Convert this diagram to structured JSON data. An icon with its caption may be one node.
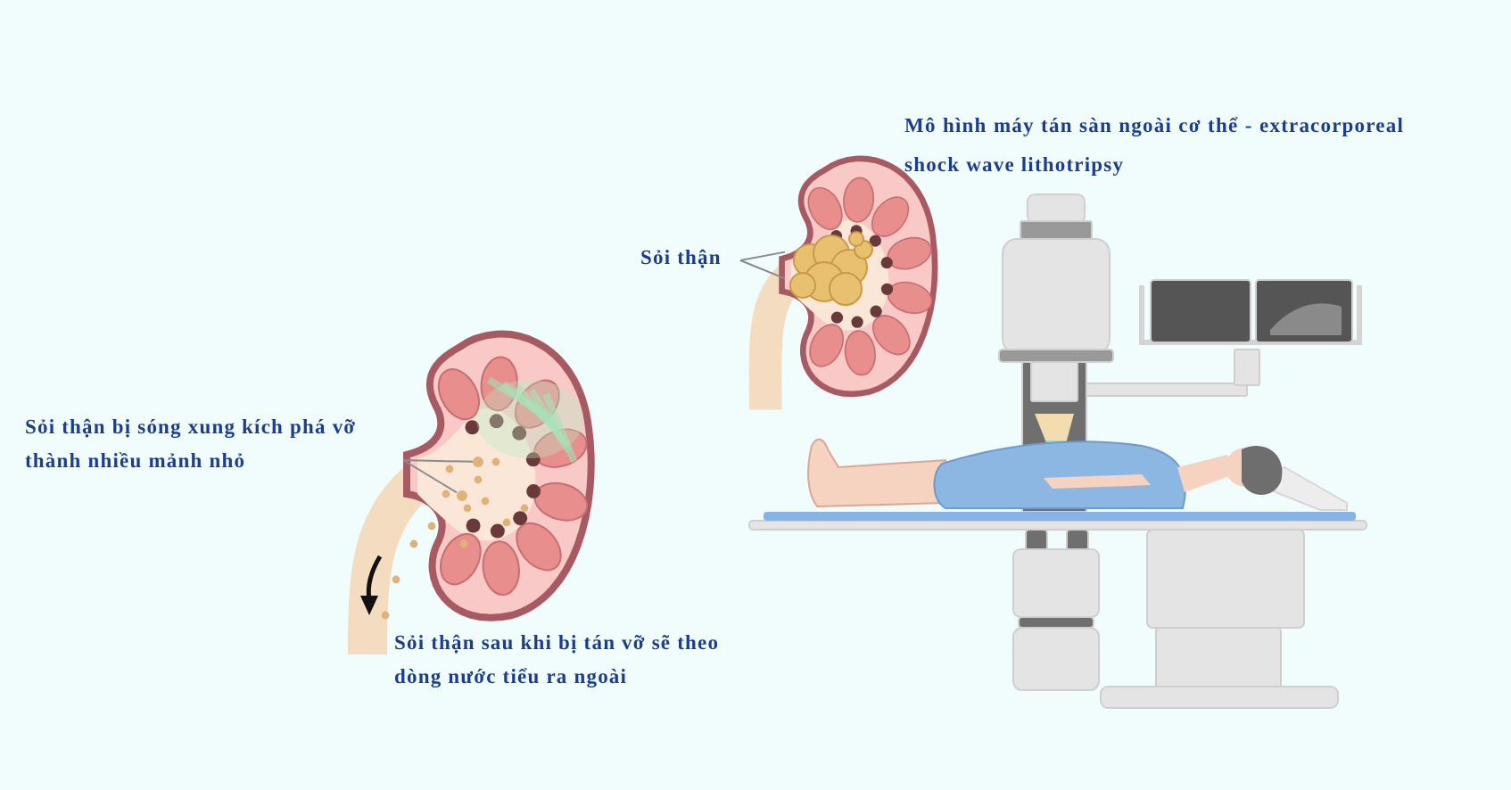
{
  "diagram": {
    "nodes": [
      {
        "text": [
          "Sỏi thận"
        ]
      },
      {
        "text": [],
        "shape": "picture"
      },
      {
        "text": [
          "Sỏi thận bị sóng xung kích phá vỡ thành nhiều mảnh nhỏ"
        ]
      },
      {
        "text": [],
        "shape": "circle"
      },
      {
        "text": [],
        "shape": "circle"
      }
    ],
    "edges": [
      {
        "from": 0,
        "to": 1,
        "arrow": "none"
      },
      {
        "from": 0,
        "to": 1,
        "arrow": "none"
      },
      {
        "from": 2,
        "to": 3,
        "arrow": "none"
      },
      {
        "from": 2,
        "to": 4,
        "arrow": "none"
      }
    ],
    "labels": [
      "Mô hình máy tán sàn ngoài cơ thể - extracorporeal shock wave lithotripsy",
      "Sỏi thận sau khi bị tán vỡ sẽ theo dòng nước tiểu ra ngoài"
    ]
  }
}
